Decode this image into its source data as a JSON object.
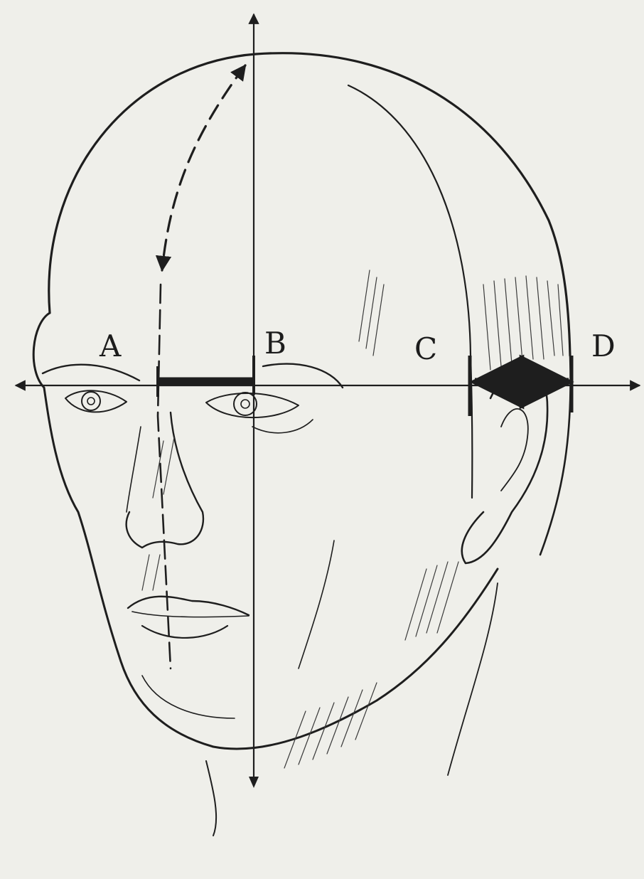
{
  "diagram": {
    "labels": {
      "a": "A",
      "b": "B",
      "c": "C",
      "d": "D"
    },
    "colors": {
      "paper": "#efefea",
      "ink": "#1e1e1e"
    }
  }
}
